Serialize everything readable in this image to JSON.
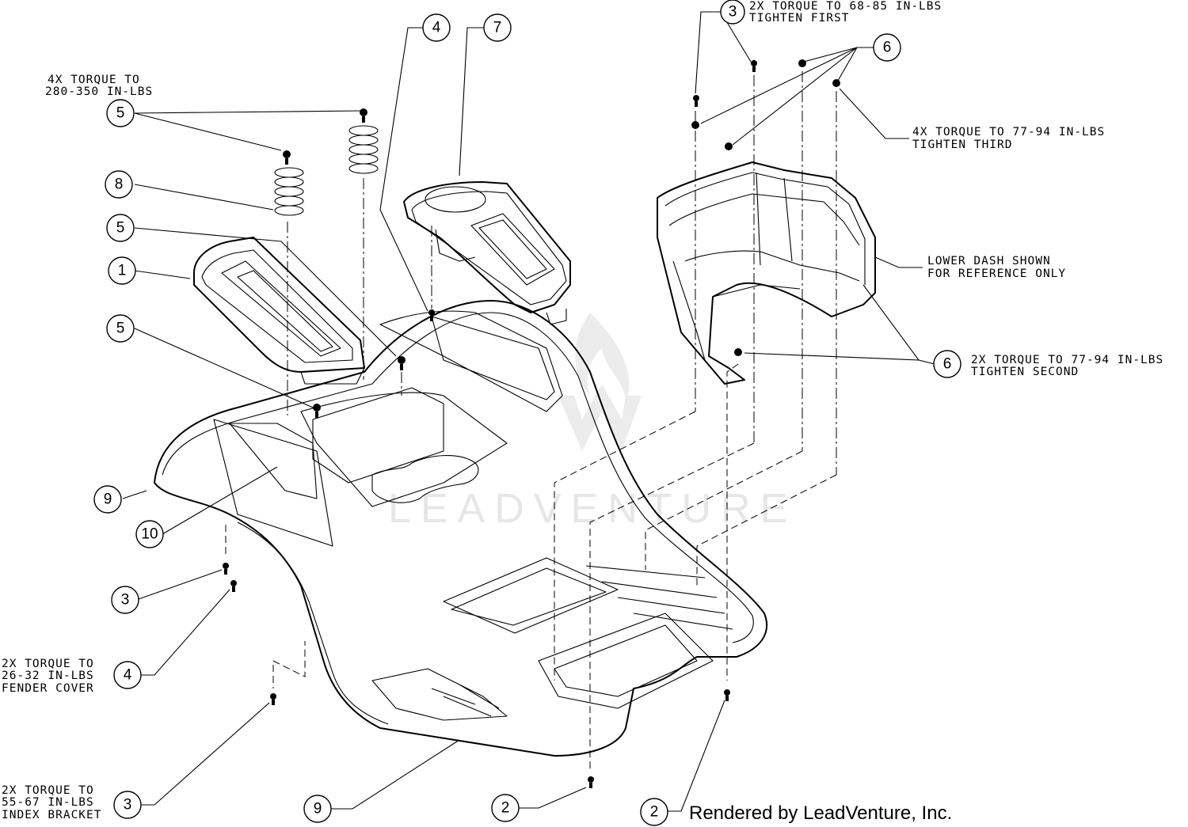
{
  "notes": {
    "torque_280_350": [
      "4X TORQUE TO",
      "280-350 IN-LBS"
    ],
    "torque_68_85": [
      "2X TORQUE TO 68-85 IN-LBS",
      "TIGHTEN FIRST"
    ],
    "torque_77_94_third": [
      "4X TORQUE TO 77-94 IN-LBS",
      "TIGHTEN THIRD"
    ],
    "lower_dash": [
      "LOWER DASH SHOWN",
      "FOR REFERENCE ONLY"
    ],
    "torque_77_94_second": [
      "2X TORQUE TO 77-94 IN-LBS",
      "TIGHTEN SECOND"
    ],
    "fender_cover": [
      "2X TORQUE TO",
      "26-32 IN-LBS",
      "FENDER COVER"
    ],
    "index_bracket": [
      "2X TORQUE TO",
      "55-67 IN-LBS",
      "INDEX BRACKET"
    ]
  },
  "callouts": {
    "c5_top": "5",
    "c8": "8",
    "c5_mid": "5",
    "c1": "1",
    "c5_low": "5",
    "c4_top": "4",
    "c7": "7",
    "c3_top": "3",
    "c6_top": "6",
    "c6_right": "6",
    "c9_left": "9",
    "c10": "10",
    "c3_left": "3",
    "c4_left": "4",
    "c3_bottom": "3",
    "c9_bottom": "9",
    "c2_mid": "2",
    "c2_right": "2"
  },
  "watermark": "LEADVENTURE",
  "credit": "Rendered by LeadVenture, Inc."
}
